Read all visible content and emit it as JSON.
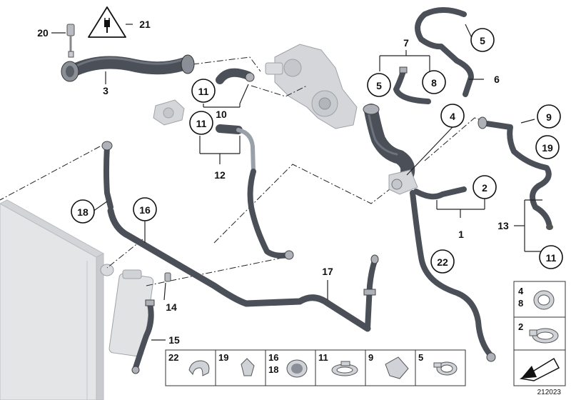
{
  "diagram": {
    "callouts": [
      {
        "id": "c5a",
        "label": "5"
      },
      {
        "id": "c5b",
        "label": "5"
      },
      {
        "id": "c8",
        "label": "8"
      },
      {
        "id": "c11a",
        "label": "11"
      },
      {
        "id": "c11b",
        "label": "11"
      },
      {
        "id": "c4",
        "label": "4"
      },
      {
        "id": "c9",
        "label": "9"
      },
      {
        "id": "c19",
        "label": "19"
      },
      {
        "id": "c2",
        "label": "2"
      },
      {
        "id": "c18",
        "label": "18"
      },
      {
        "id": "c16",
        "label": "16"
      },
      {
        "id": "c22",
        "label": "22"
      },
      {
        "id": "c11c",
        "label": "11"
      }
    ],
    "plain_labels": [
      {
        "id": "t20",
        "label": "20"
      },
      {
        "id": "t21",
        "label": "21"
      },
      {
        "id": "t3",
        "label": "3"
      },
      {
        "id": "t7",
        "label": "7"
      },
      {
        "id": "t6",
        "label": "6"
      },
      {
        "id": "t10",
        "label": "10"
      },
      {
        "id": "t12",
        "label": "12"
      },
      {
        "id": "t1",
        "label": "1"
      },
      {
        "id": "t13",
        "label": "13"
      },
      {
        "id": "t17",
        "label": "17"
      },
      {
        "id": "t14",
        "label": "14"
      },
      {
        "id": "t15",
        "label": "15"
      }
    ],
    "legend_bottom": [
      {
        "label": "22"
      },
      {
        "label": "19"
      },
      {
        "label": "16\n18"
      },
      {
        "label": "11"
      },
      {
        "label": "9"
      },
      {
        "label": "5"
      }
    ],
    "legend_right": [
      {
        "label": "4\n8"
      },
      {
        "label": "2"
      }
    ],
    "drawing_number": "212023"
  }
}
